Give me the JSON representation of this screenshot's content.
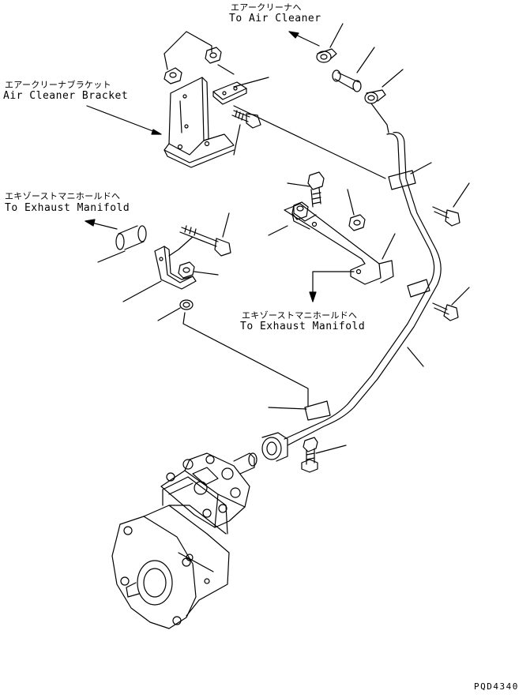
{
  "labels": {
    "air_cleaner_jp": "エアークリーナへ",
    "air_cleaner_en": "To Air Cleaner",
    "bracket_jp": "エアークリーナブラケット",
    "bracket_en": "Air Cleaner Bracket",
    "exhaust_left_jp": "エキゾーストマニホールドへ",
    "exhaust_left_en": "To Exhaust Manifold",
    "exhaust_center_jp": "エキゾーストマニホールドへ",
    "exhaust_center_en": "To Exhaust Manifold",
    "figure_code": "PQD4340"
  },
  "colors": {
    "ink": "#000000",
    "background": "#ffffff"
  }
}
